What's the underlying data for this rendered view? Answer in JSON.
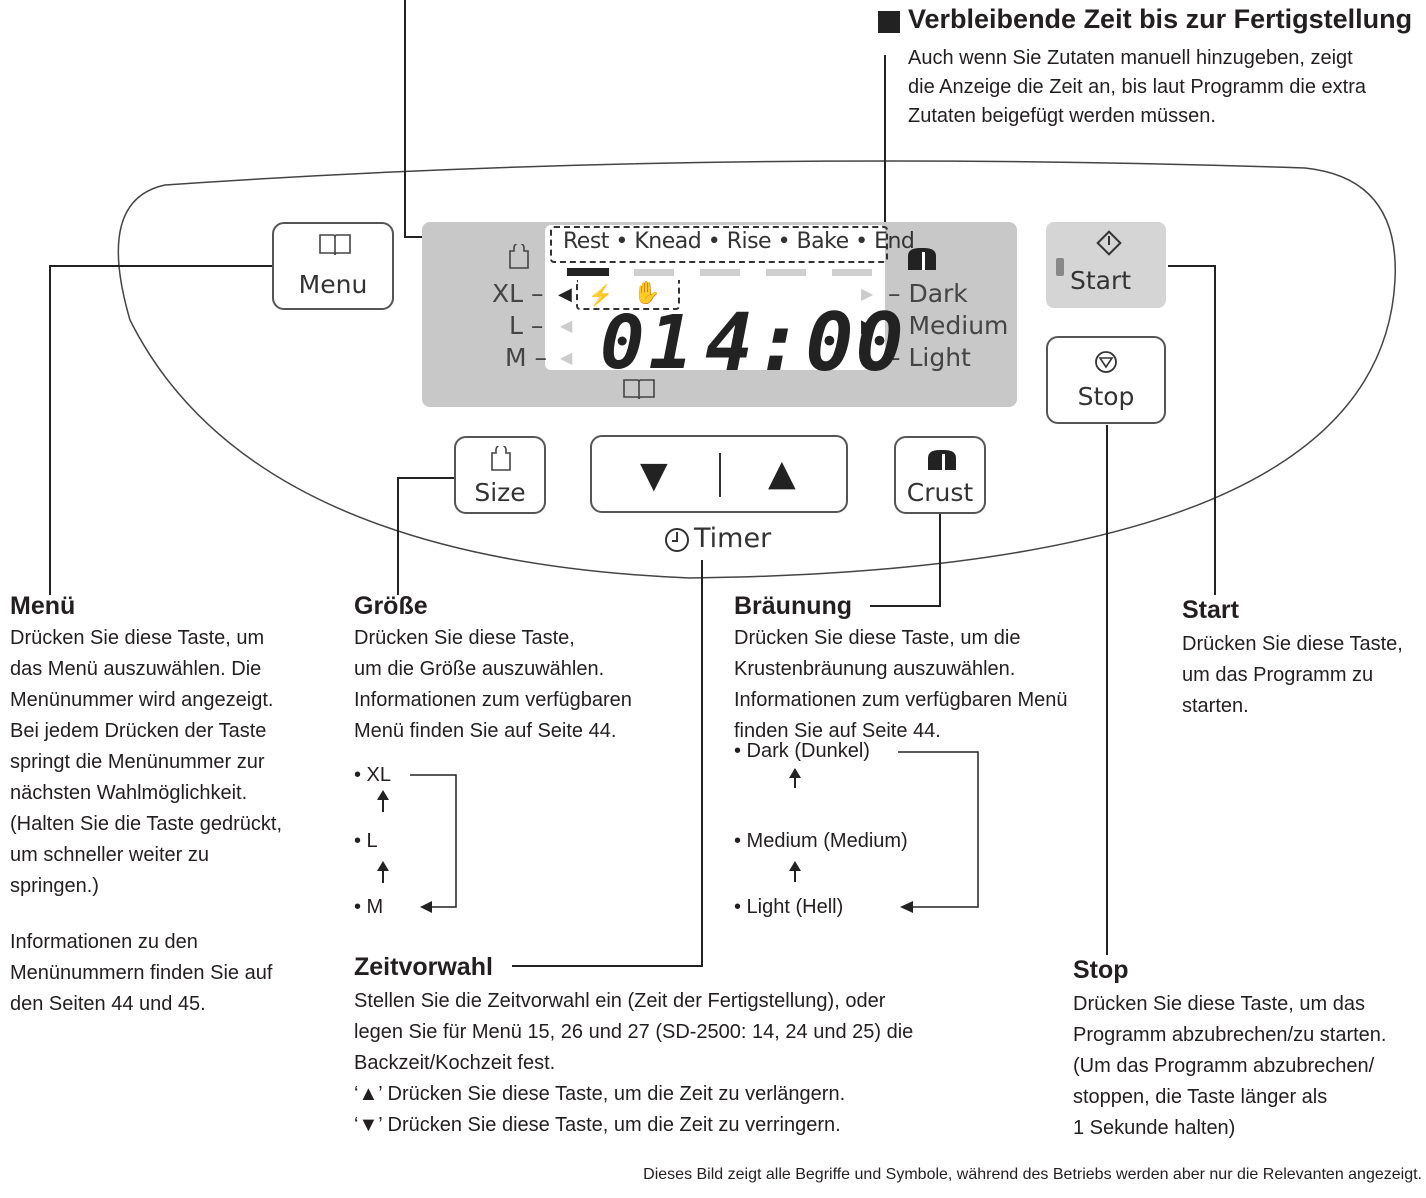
{
  "panel": {
    "buttons": {
      "menu": "Menu",
      "start": "Start",
      "stop": "Stop",
      "size": "Size",
      "crust": "Crust",
      "timer": "Timer"
    },
    "display": {
      "phases": "Rest • Knead • Rise • Bake • End",
      "sizes": [
        "XL –",
        "L –",
        "M –"
      ],
      "crusts": [
        "– Dark",
        "– Medium",
        "– Light"
      ],
      "menu_number": "01",
      "time": "4:00"
    }
  },
  "remaining_time": {
    "title": "Verbleibende Zeit bis zur Fertigstellung",
    "lines": [
      "Auch wenn Sie Zutaten manuell hinzugeben, zeigt",
      "die Anzeige die Zeit an, bis laut Programm die extra",
      "Zutaten beigefügt werden müssen."
    ]
  },
  "menu_section": {
    "title": "Menü",
    "lines": [
      "Drücken Sie diese Taste, um",
      "das Menü auszuwählen. Die",
      "Menünummer wird angezeigt.",
      "Bei jedem Drücken der Taste",
      "springt die Menünummer zur",
      "nächsten Wahlmöglichkeit.",
      "(Halten Sie die Taste gedrückt,",
      "um schneller weiter zu",
      "springen.)",
      "Informationen zu den",
      "Menünummern finden Sie auf",
      "den Seiten 44 und 45."
    ]
  },
  "size_section": {
    "title": "Größe",
    "lines": [
      "Drücken Sie diese Taste,",
      "um die Größe auszuwählen.",
      "Informationen zum verfügbaren",
      "Menü finden Sie auf Seite 44."
    ],
    "options": [
      "• XL",
      "• L",
      "• M"
    ]
  },
  "crust_section": {
    "title": "Bräunung",
    "lines": [
      "Drücken Sie diese Taste, um die",
      "Krustenbräunung auszuwählen.",
      "Informationen zum verfügbaren Menü",
      "finden Sie auf Seite 44."
    ],
    "options": [
      "• Dark (Dunkel)",
      "• Medium (Medium)",
      "• Light (Hell)"
    ]
  },
  "start_section": {
    "title": "Start",
    "lines": [
      "Drücken Sie diese Taste,",
      "um das Programm zu",
      "starten."
    ]
  },
  "timer_section": {
    "title": "Zeitvorwahl",
    "lines": [
      "Stellen Sie die Zeitvorwahl ein (Zeit der Fertigstellung), oder",
      "legen Sie für Menü 15, 26 und 27 (SD-2500: 14, 24 und 25) die",
      "Backzeit/Kochzeit fest.",
      "‘▲’ Drücken Sie diese Taste, um die Zeit zu verlängern.",
      "‘▼’ Drücken Sie diese Taste, um die Zeit zu verringern."
    ]
  },
  "stop_section": {
    "title": "Stop",
    "lines": [
      "Drücken Sie diese Taste, um das",
      "Programm abzubrechen/zu starten.",
      "(Um das Programm abzubrechen/",
      "stoppen, die Taste länger als",
      "1 Sekunde halten)"
    ]
  },
  "footer": "Dieses Bild zeigt alle Begriffe und Symbole, während des Betriebs werden aber nur die Relevanten angezeigt."
}
